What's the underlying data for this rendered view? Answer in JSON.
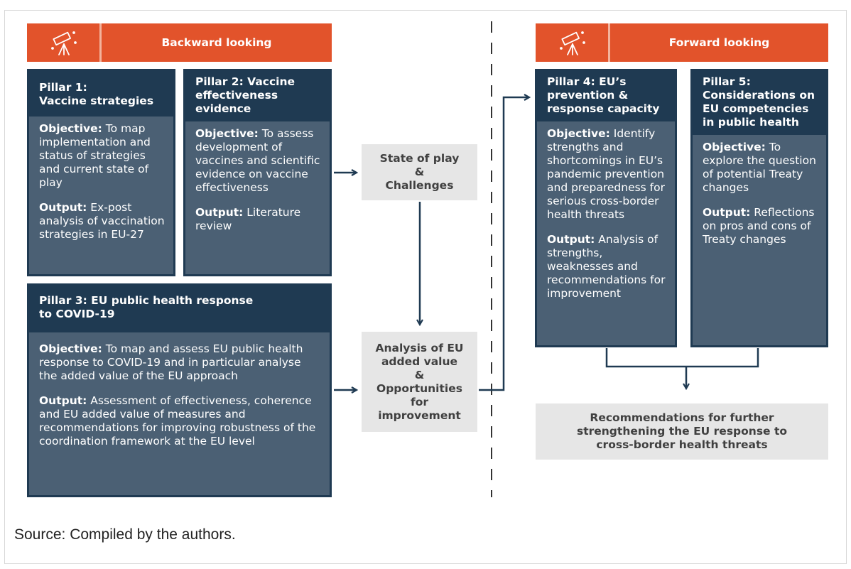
{
  "banners": {
    "left": {
      "title": "Backward looking",
      "icon": "telescope-icon"
    },
    "right": {
      "title": "Forward looking",
      "icon": "telescope-icon"
    }
  },
  "pillars": {
    "p1": {
      "title_line1": "Pillar 1:",
      "title_line2": "Vaccine strategies",
      "objective_label": "Objective:",
      "objective_text": "To map implementation and status of strategies and current state of play",
      "output_label": "Output:",
      "output_text": "Ex-post analysis of vaccination strategies in EU-27"
    },
    "p2": {
      "title": "Pillar 2: Vaccine effectiveness evidence",
      "objective_label": "Objective:",
      "objective_text": "To assess development of vaccines and scientific evidence on vaccine effectiveness",
      "output_label": "Output:",
      "output_text": "Literature review"
    },
    "p3": {
      "title": "Pillar 3: EU public health response to COVID-19",
      "objective_label": "Objective:",
      "objective_text": "To map and assess EU public health response to COVID-19 and in particular analyse the added value of the EU approach",
      "output_label": "Output:",
      "output_text": "Assessment of effectiveness, coherence and EU added value of measures and recommendations for improving robustness of the coordination framework at the EU level"
    },
    "p4": {
      "title": "Pillar 4: EU’s prevention & response capacity",
      "objective_label": "Objective:",
      "objective_text": "Identify strengths and shortcomings in EU’s pandemic prevention and preparedness for serious cross-border health threats",
      "output_label": "Output:",
      "output_text": "Analysis of strengths, weaknesses and recommendations for improvement"
    },
    "p5": {
      "title": "Pillar 5: Considerations on EU competencies in public health",
      "objective_label": "Objective:",
      "objective_text": "To explore the question of potential Treaty changes",
      "output_label": "Output:",
      "output_text": "Reflections on pros and cons of Treaty changes"
    }
  },
  "center_boxes": {
    "state": {
      "line1": "State of play",
      "line2": "&",
      "line3": "Challenges"
    },
    "analysis": {
      "line1": "Analysis of EU",
      "line2": "added value",
      "line3": "&",
      "line4": "Opportunities",
      "line5": "for",
      "line6": "improvement"
    }
  },
  "recommendations": {
    "line1": "Recommendations for further",
    "line2": "strengthening the EU response to",
    "line3": "cross-border health threats"
  },
  "source": "Source: Compiled by the authors.",
  "colors": {
    "orange": "#e2532b",
    "navy": "#1f3a52",
    "slate": "#4b6074",
    "grey": "#e6e6e6"
  }
}
